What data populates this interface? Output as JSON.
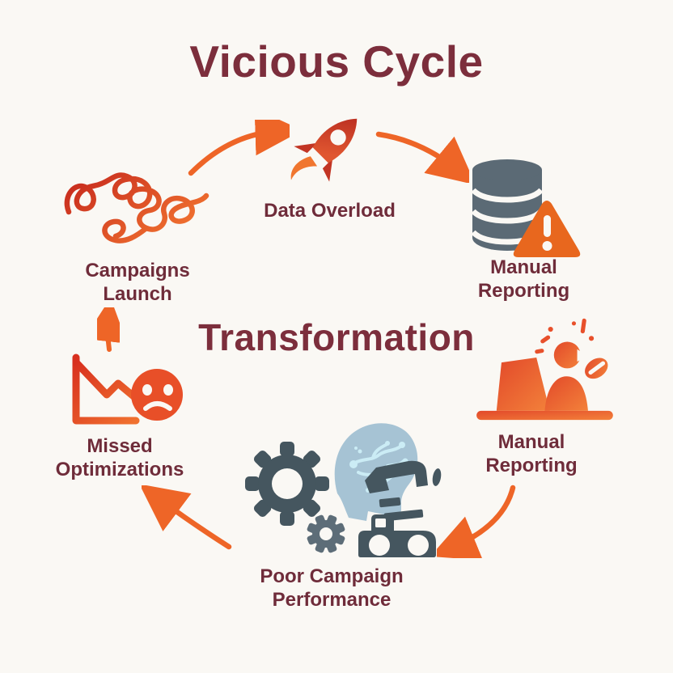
{
  "title": "Vicious Cycle",
  "center_label": "Transformation",
  "nodes": {
    "campaigns_launch": {
      "label": "Campaigns\nLaunch",
      "icon": "tangled-scribble-icon"
    },
    "data_overload": {
      "label": "Data Overload",
      "icon": "rocket-icon"
    },
    "manual_reporting_top": {
      "label": "Manual\nReporting",
      "icon": "database-warning-icon"
    },
    "manual_reporting_right": {
      "label": "Manual\nReporting",
      "icon": "stressed-worker-laptop-icon"
    },
    "poor_campaign_performance": {
      "label": "Poor Campaign\nPerformance",
      "icon": "brain-gears-machine-icon"
    },
    "missed_optimizations": {
      "label": "Missed\nOptimizations",
      "icon": "declining-chart-sad-face-icon"
    }
  },
  "arrows": [
    {
      "from": "campaigns_launch",
      "to": "data_overload"
    },
    {
      "from": "data_overload",
      "to": "manual_reporting_top"
    },
    {
      "from": "manual_reporting_right",
      "to": "poor_campaign_performance"
    },
    {
      "from": "poor_campaign_performance",
      "to": "missed_optimizations"
    },
    {
      "from": "missed_optimizations",
      "to": "campaigns_launch"
    }
  ],
  "colors": {
    "background": "#faf8f4",
    "heading_maroon": "#7c2e3c",
    "label_maroon": "#6f2c3a",
    "arrow_orange": "#ee6527",
    "icon_red": "#c4301f",
    "icon_orange": "#f0712f",
    "warning_orange": "#e8671e",
    "slate_gray": "#5b6a75",
    "dark_slate": "#45565f",
    "head_light_blue": "#a6c3d4",
    "brain_cyan": "#cbecf5"
  }
}
